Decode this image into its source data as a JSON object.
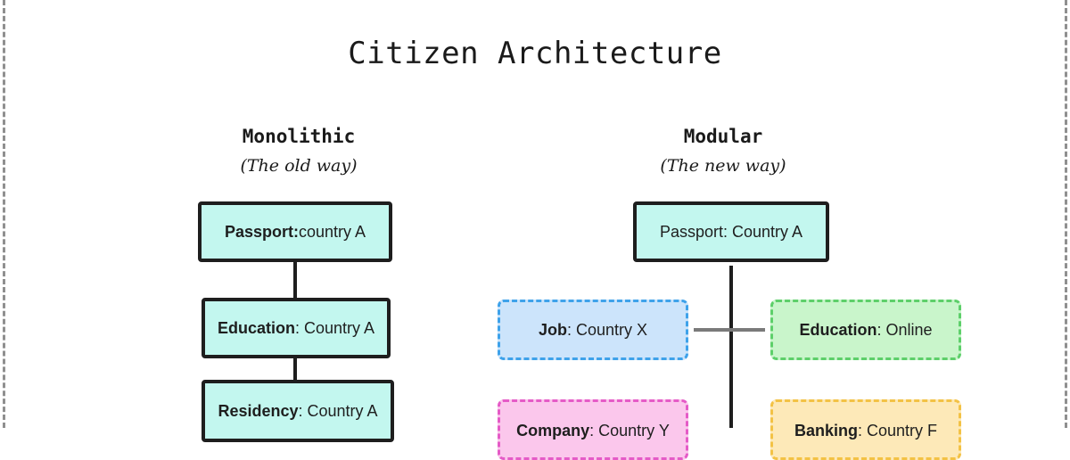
{
  "title": "Citizen Architecture",
  "monolithic": {
    "heading": "Monolithic",
    "subheading": "(The old way)",
    "boxes": [
      {
        "key": "Passport:",
        "value": "country A"
      },
      {
        "key": "Education",
        "value": ": Country A"
      },
      {
        "key": "Residency",
        "value": ": Country A"
      }
    ]
  },
  "modular": {
    "heading": "Modular",
    "subheading": "(The new way)",
    "passport": "Passport: Country A",
    "boxes": [
      {
        "key": "Job",
        "value": ": Country X"
      },
      {
        "key": "Education",
        "value": ": Online"
      },
      {
        "key": "Company",
        "value": ": Country Y"
      },
      {
        "key": "Banking",
        "value": ": Country F"
      }
    ]
  },
  "colors": {
    "solid_fill": "#c3f7ef",
    "job": "#3ea2ea",
    "education": "#5dcf6a",
    "company": "#e55bc7",
    "banking": "#f3c245"
  }
}
